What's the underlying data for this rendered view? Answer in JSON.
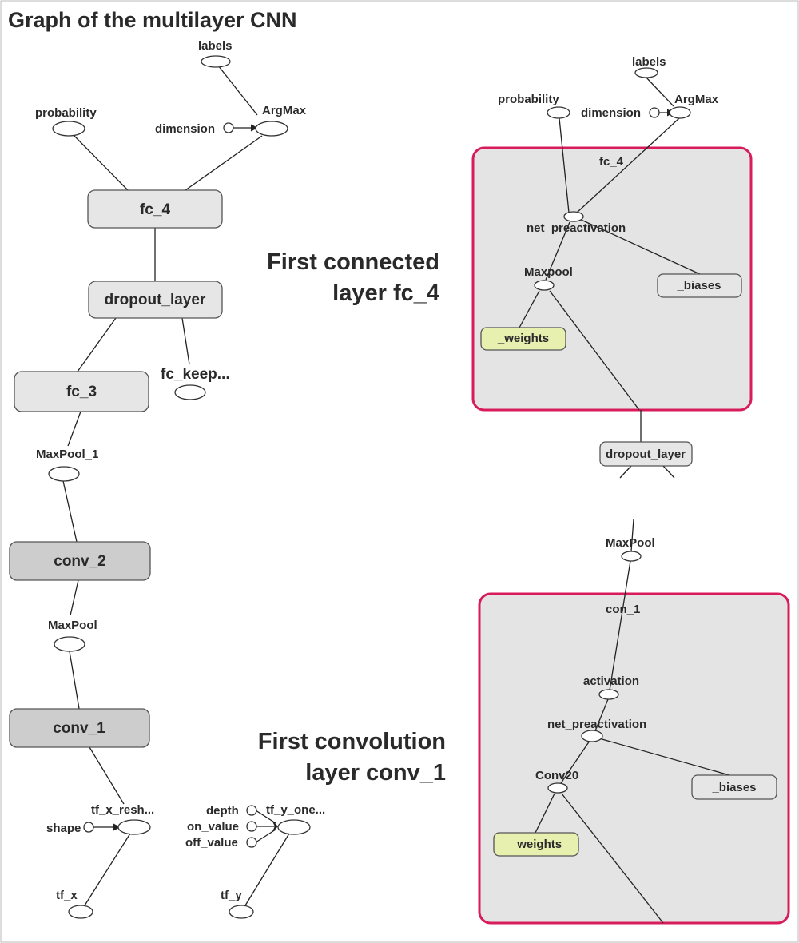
{
  "title": "Graph of the multilayer CNN",
  "left_graph": {
    "labels": "labels",
    "argmax": "ArgMax",
    "probability": "probability",
    "dimension": "dimension",
    "fc_4": "fc_4",
    "dropout_layer": "dropout_layer",
    "fc_keep": "fc_keep...",
    "fc_3": "fc_3",
    "maxpool_1": "MaxPool_1",
    "conv_2": "conv_2",
    "maxpool": "MaxPool",
    "conv_1": "conv_1",
    "tf_x_reshape": "tf_x_resh...",
    "shape": "shape",
    "tf_x": "tf_x",
    "depth": "depth",
    "on_value": "on_value",
    "off_value": "off_value",
    "tf_y_onehot": "tf_y_one...",
    "tf_y": "tf_y"
  },
  "callouts": {
    "fc4_line1": "First connected",
    "fc4_line2": "layer fc_4",
    "conv1_line1": "First convolution",
    "conv1_line2": "layer conv_1"
  },
  "fc4_detail": {
    "labels": "labels",
    "probability": "probability",
    "dimension": "dimension",
    "argmax": "ArgMax",
    "group": "fc_4",
    "net_preactivation": "net_preactivation",
    "maxpool": "Maxpool",
    "biases": "_biases",
    "weights": "_weights",
    "dropout_layer": "dropout_layer"
  },
  "conv1_detail": {
    "maxpool": "MaxPool",
    "group": "con_1",
    "activation": "activation",
    "net_preactivation": "net_preactivation",
    "conv": "Conv20",
    "biases": "_biases",
    "weights": "_weights"
  },
  "colors": {
    "highlight_border": "#d81b5a",
    "panel_fill": "#e4e4e4",
    "weights_fill": "#e8f0b0",
    "op_box_light": "#e6e6e6",
    "op_box_dark": "#cdcdcd"
  }
}
